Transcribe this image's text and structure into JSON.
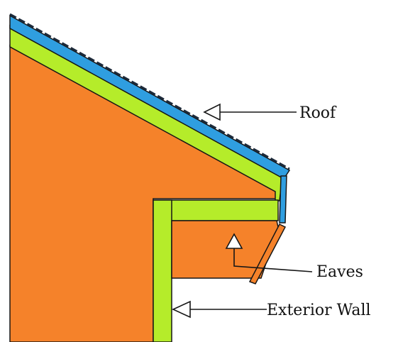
{
  "labels": {
    "roof": "Roof",
    "eaves": "Eaves",
    "exterior_wall": "Exterior Wall"
  },
  "colors": {
    "background": "#ffffff",
    "wall_fill": "#f5822a",
    "green_layer": "#b5ec2a",
    "roof_blue": "#2f9ee0",
    "shingle_dark": "#1d2a3a",
    "outline": "#161616"
  }
}
